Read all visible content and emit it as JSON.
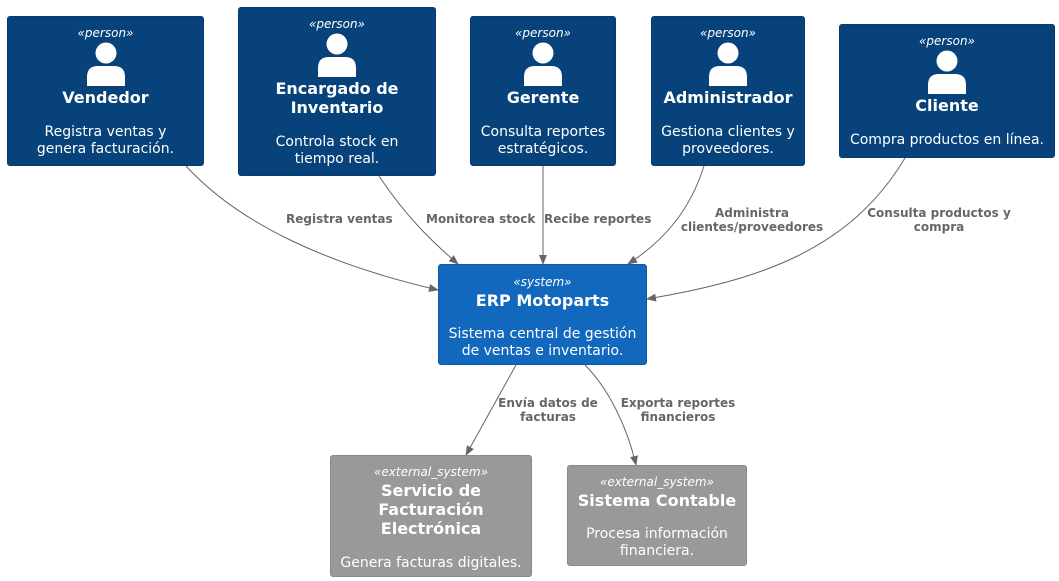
{
  "actors": [
    {
      "id": "vendedor",
      "stereotype": "«person»",
      "name": "Vendedor",
      "description": "Registra ventas y genera facturación."
    },
    {
      "id": "encargado",
      "stereotype": "«person»",
      "name": "Encargado de Inventario",
      "description": "Controla stock en tiempo real."
    },
    {
      "id": "gerente",
      "stereotype": "«person»",
      "name": "Gerente",
      "description": "Consulta reportes estratégicos."
    },
    {
      "id": "administrador",
      "stereotype": "«person»",
      "name": "Administrador",
      "description": "Gestiona clientes y proveedores."
    },
    {
      "id": "cliente",
      "stereotype": "«person»",
      "name": "Cliente",
      "description": "Compra productos en línea."
    }
  ],
  "system": {
    "stereotype": "«system»",
    "name": "ERP Motoparts",
    "description": "Sistema central de gestión de ventas e inventario."
  },
  "external_systems": [
    {
      "id": "facturacion",
      "stereotype": "«external_system»",
      "name": "Servicio de Facturación Electrónica",
      "description": "Genera facturas digitales."
    },
    {
      "id": "contable",
      "stereotype": "«external_system»",
      "name": "Sistema Contable",
      "description": "Procesa información financiera."
    }
  ],
  "relations": [
    {
      "from": "vendedor",
      "to": "erp",
      "label": "Registra ventas"
    },
    {
      "from": "encargado",
      "to": "erp",
      "label": "Monitorea stock"
    },
    {
      "from": "gerente",
      "to": "erp",
      "label": "Recibe reportes"
    },
    {
      "from": "administrador",
      "to": "erp",
      "label": "Administra clientes/proveedores"
    },
    {
      "from": "cliente",
      "to": "erp",
      "label": "Consulta productos y compra"
    },
    {
      "from": "erp",
      "to": "facturacion",
      "label": "Envía datos de facturas"
    },
    {
      "from": "erp",
      "to": "contable",
      "label": "Exporta reportes financieros"
    }
  ],
  "colors": {
    "person": "#08427b",
    "system": "#1168bd",
    "external_system": "#999999",
    "edge": "#666666"
  }
}
